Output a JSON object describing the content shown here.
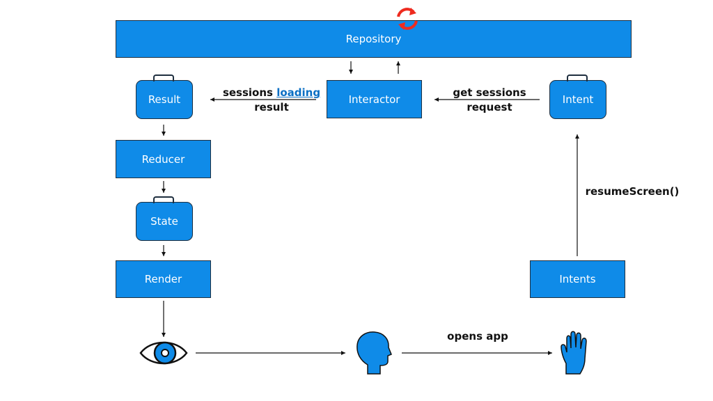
{
  "repository": {
    "label": "Repository"
  },
  "interactor": {
    "label": "Interactor"
  },
  "result": {
    "label": "Result"
  },
  "intent": {
    "label": "Intent"
  },
  "reducer": {
    "label": "Reducer"
  },
  "state": {
    "label": "State"
  },
  "render": {
    "label": "Render"
  },
  "intents": {
    "label": "Intents"
  },
  "labels": {
    "sessions": "sessions",
    "loading": "loading",
    "result": "result",
    "get_sessions": "get sessions",
    "request": "request",
    "resume_screen": "resumeScreen()",
    "opens_app": "opens app"
  },
  "colors": {
    "box_fill": "#0f8be8",
    "box_border": "#1f2f3f",
    "accent_text": "#0b6fc4",
    "sync_icon": "#ee2b1f",
    "icon_fill": "#0f8be8"
  },
  "icons": [
    "sync-icon",
    "eye-icon",
    "head-icon",
    "hand-icon"
  ]
}
